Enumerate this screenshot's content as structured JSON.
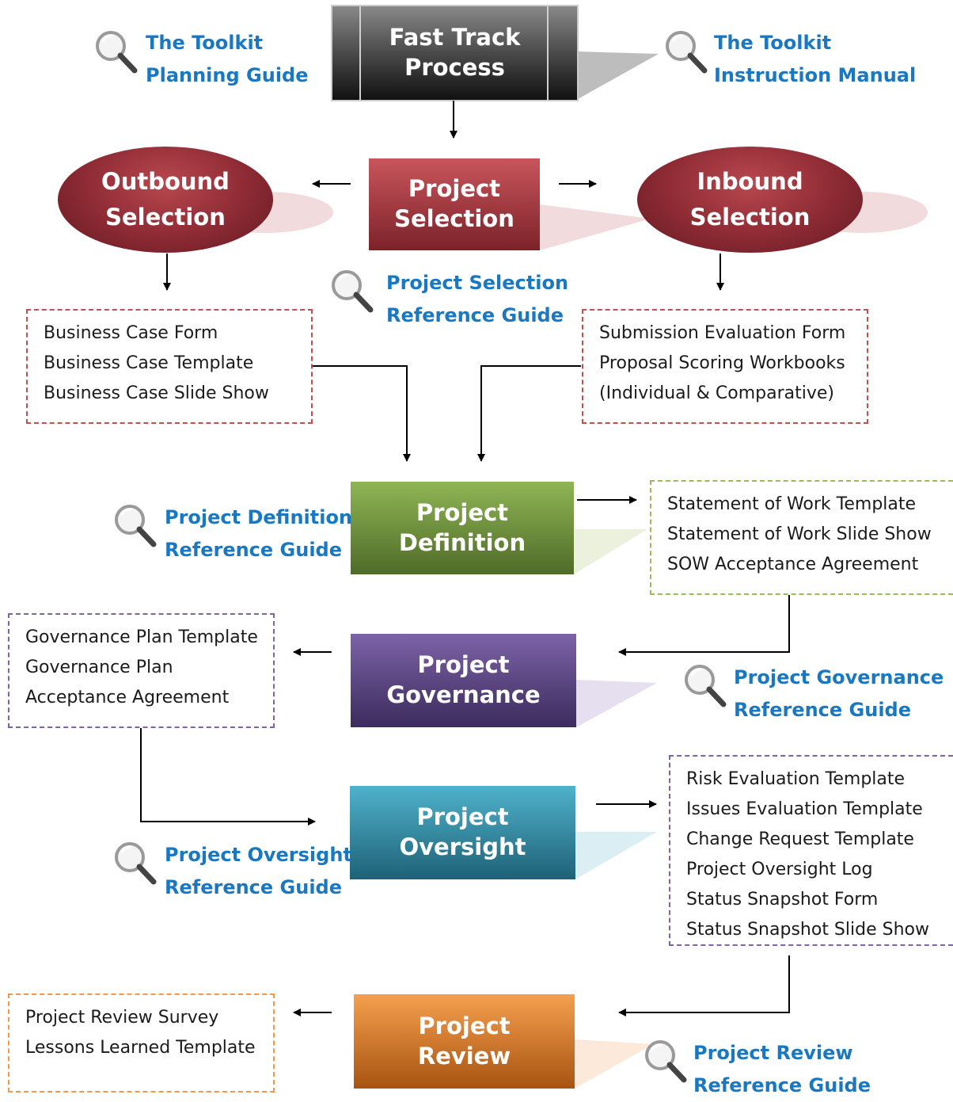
{
  "stages": {
    "fast_track": {
      "line1": "Fast Track",
      "line2": "Process"
    },
    "selection": {
      "line1": "Project",
      "line2": "Selection"
    },
    "outbound": {
      "line1": "Outbound",
      "line2": "Selection"
    },
    "inbound": {
      "line1": "Inbound",
      "line2": "Selection"
    },
    "definition": {
      "line1": "Project",
      "line2": "Definition"
    },
    "governance": {
      "line1": "Project",
      "line2": "Governance"
    },
    "oversight": {
      "line1": "Project",
      "line2": "Oversight"
    },
    "review": {
      "line1": "Project",
      "line2": "Review"
    }
  },
  "guides": {
    "planning": {
      "line1": "The Toolkit",
      "line2": "Planning Guide"
    },
    "instruction": {
      "line1": "The Toolkit",
      "line2": "Instruction Manual"
    },
    "selection": {
      "line1": "Project Selection",
      "line2": "Reference Guide"
    },
    "definition": {
      "line1": "Project Definition",
      "line2": "Reference Guide"
    },
    "governance": {
      "line1": "Project Governance",
      "line2": "Reference Guide"
    },
    "oversight": {
      "line1": "Project Oversight",
      "line2": "Reference Guide"
    },
    "review": {
      "line1": "Project Review",
      "line2": "Reference Guide"
    }
  },
  "documents": {
    "business_case": [
      "Business Case Form",
      "Business Case Template",
      "Business Case Slide Show"
    ],
    "inbound": [
      "Submission Evaluation Form",
      "Proposal Scoring Workbooks",
      "(Individual & Comparative)"
    ],
    "definition": [
      "Statement of Work Template",
      "Statement of Work Slide Show",
      "SOW Acceptance Agreement"
    ],
    "governance": [
      "Governance Plan Template",
      "Governance Plan",
      "Acceptance Agreement"
    ],
    "oversight": [
      "Risk Evaluation Template",
      "Issues Evaluation Template",
      "Change Request Template",
      "Project Oversight Log",
      "Status Snapshot Form",
      "Status Snapshot Slide Show"
    ],
    "review": [
      "Project Review Survey",
      "Lessons Learned Template"
    ]
  },
  "colors": {
    "guide_text": "#1a78c2",
    "red_dash": "#c0504d",
    "green_dash": "#9bbb59",
    "purple_dash": "#8064a2",
    "orange_dash": "#f79646"
  }
}
